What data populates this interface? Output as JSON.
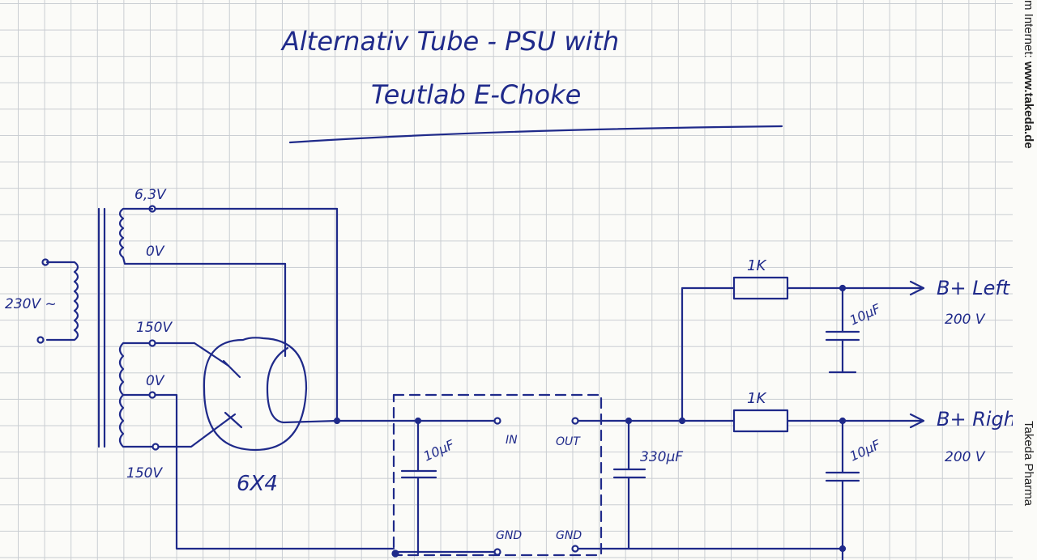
{
  "title": {
    "line1": "Alternativ Tube - PSU with",
    "line2": "Teutlab E-Choke"
  },
  "labels": {
    "mains": "230V ~",
    "tap_6v3": "6,3V",
    "tap_0v_heater": "0V",
    "tap_150v_top": "150V",
    "tap_0v_center": "0V",
    "tap_150v_bottom": "150V",
    "tube": "6X4",
    "choke_in": "IN",
    "choke_out": "OUT",
    "choke_gnd_in": "GND",
    "choke_gnd_out": "GND",
    "cap_input": "10µF",
    "cap_main": "330µF",
    "cap_left": "10µF",
    "cap_right": "10µF",
    "res_left": "1K",
    "res_right": "1K",
    "out_left": "B+ Left",
    "out_left_v": "200 V",
    "out_right": "B+ Right",
    "out_right_v": "200 V"
  },
  "watermark": {
    "prefix": "m Internet: ",
    "url": "www.takeda.de",
    "company": "Takeda Pharma"
  },
  "colors": {
    "ink": "#1f2a8a",
    "grid": "#c9cdd2",
    "paper": "#fbfbf8"
  }
}
